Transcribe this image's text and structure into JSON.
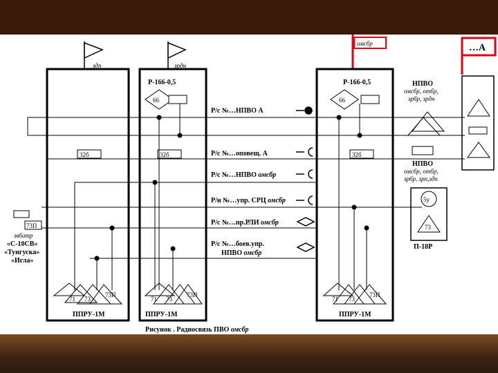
{
  "top_right_box": "…А",
  "flag_omsbr_top": "омсбр",
  "flag_zdp": "здп",
  "flag_zrdn": "зрдн",
  "col1": {
    "radio_label": "",
    "rear_box": "32б",
    "bottom": "ППРУ-1М",
    "tri_labels": [
      "71",
      "73",
      "73П"
    ]
  },
  "col2": {
    "radio_label": "Р-166-0,5",
    "radio_num": "66",
    "rear_box": "32б",
    "bottom": "ППРУ-1М",
    "tri_labels": [
      "71",
      "73",
      "73П"
    ]
  },
  "col3": {
    "radio_label": "Р-166-0,5",
    "radio_num": "66",
    "rear_box": "32б",
    "bottom": "ППРУ-1М",
    "tri_labels": [
      "71",
      "73",
      "73П"
    ]
  },
  "nets": [
    {
      "prefix": "Р/с №…",
      "main": "НПВО  А",
      "tail": ""
    },
    {
      "prefix": "Р/с №…",
      "main": "оповещ.  А",
      "tail": ""
    },
    {
      "prefix": "Р/с №…",
      "main": "НПВО ",
      "tail": "омсбр"
    },
    {
      "prefix": "Р/н №…",
      "main": "упр. СРЦ ",
      "tail": "омсбр"
    },
    {
      "prefix": "Р/с №…",
      "main": "пр.РЛИ ",
      "tail": "омсбр"
    },
    {
      "prefix": "Р/с №…",
      "main": "боев.упр.",
      "tail": ""
    }
  ],
  "net_last_line2": {
    "main": "НПВО ",
    "tail": "омсбр"
  },
  "left_unit": {
    "box": "73П",
    "line1": "звбатр",
    "line2": "«С-10СВ»",
    "line3": "«Тунгуска»",
    "line4": "«Игла»"
  },
  "right_top": {
    "title": "НПВО",
    "sub1": "омсбр, отбр,",
    "sub2": "зрбр, зрдн"
  },
  "right_mid": {
    "title": "НПВО",
    "sub1": "омсбр, отбр,",
    "sub2": "зрбр, зрп,здп"
  },
  "right_p18": {
    "top": "5у",
    "mid": "73",
    "bottom": "П-18Р"
  },
  "caption": {
    "prefix": "Рисунок     .  Радиосвязь ПВО ",
    "tail": "омсбр"
  }
}
